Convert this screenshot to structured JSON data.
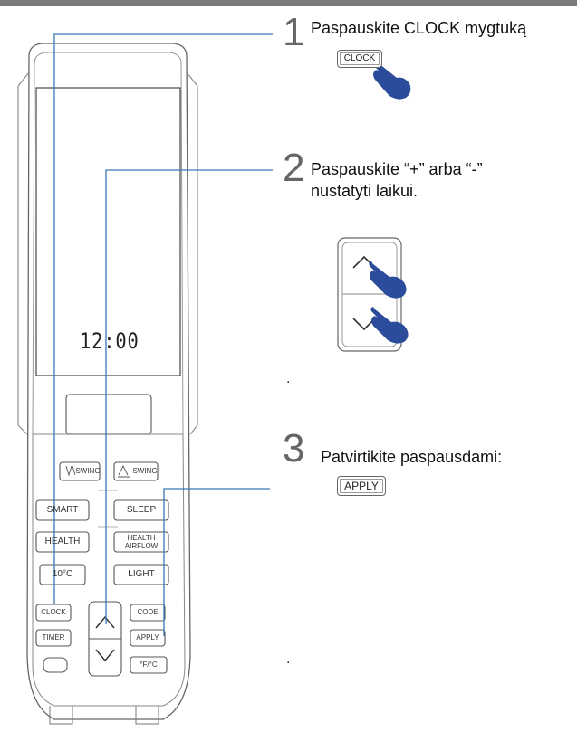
{
  "remote": {
    "display_time": "12:00",
    "buttons": {
      "swing_v": "SWING",
      "swing_h": "SWING",
      "smart": "SMART",
      "sleep": "SLEEP",
      "health": "HEALTH",
      "health_airflow": "HEALTH AIRFLOW",
      "ten_c": "10°C",
      "light": "LIGHT",
      "clock": "CLOCK",
      "code": "CODE",
      "timer": "TIMER",
      "apply": "APPLY",
      "f_c": "°F/°C"
    }
  },
  "steps": [
    {
      "number": "1",
      "text": "Paspauskite CLOCK mygtuką",
      "key_label": "CLOCK"
    },
    {
      "number": "2",
      "text_line1": "Paspauskite “+” arba “-”",
      "text_line2": "nustatyti laikui."
    },
    {
      "number": "3",
      "text": "Patvirtikite paspausdami:",
      "key_label": "APPLY"
    }
  ],
  "dots": [
    ".",
    "."
  ]
}
